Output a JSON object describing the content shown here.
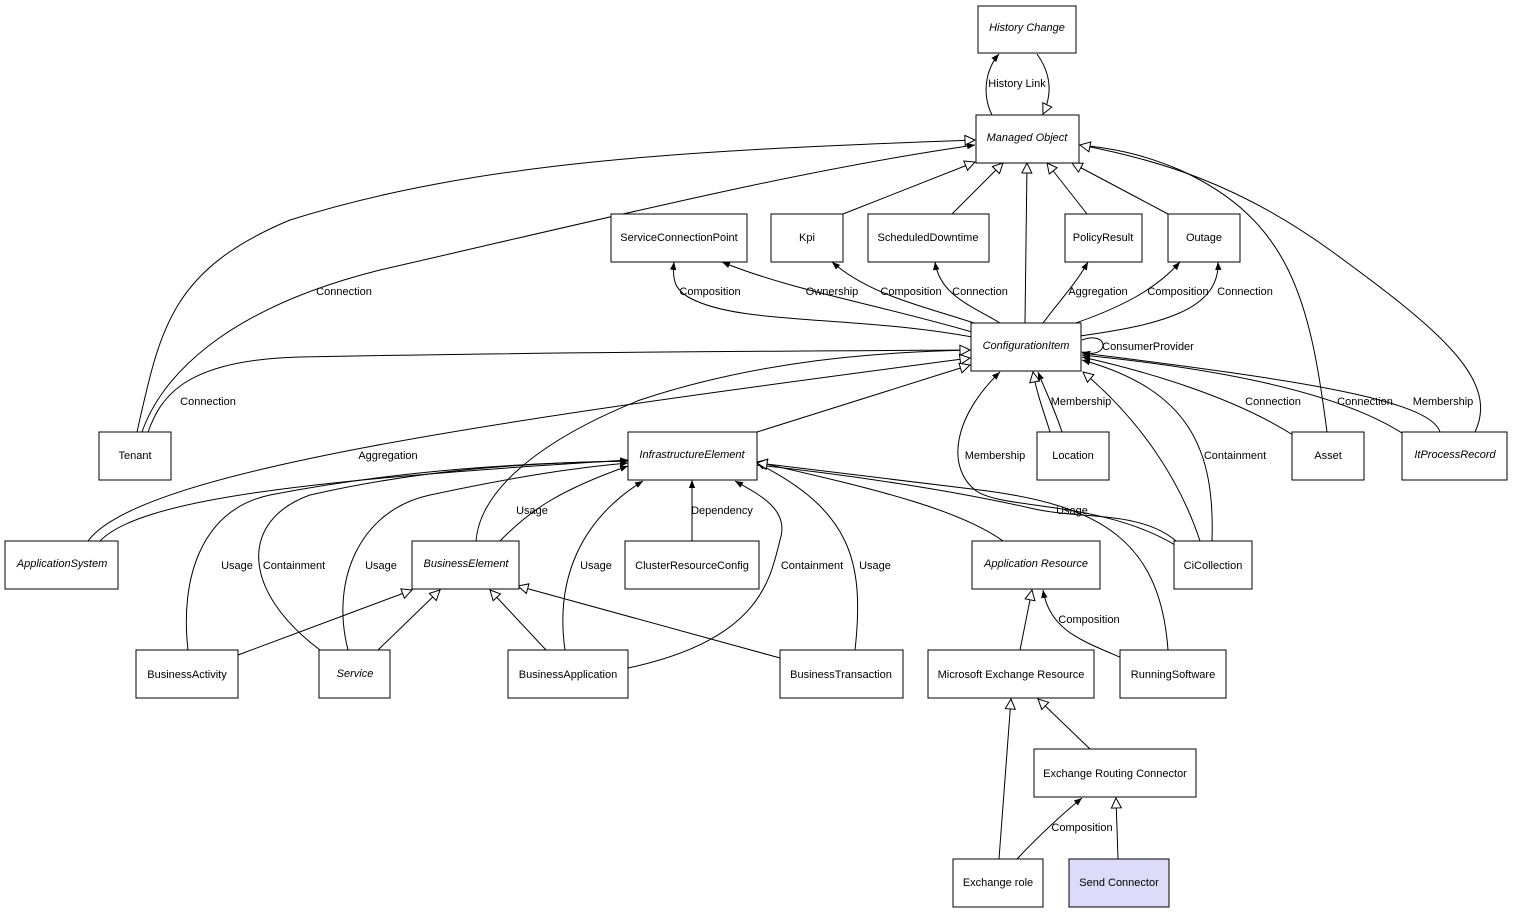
{
  "nodes": {
    "history_change": {
      "label": "History Change",
      "italic": true
    },
    "managed_object": {
      "label": "Managed Object",
      "italic": true
    },
    "service_connection_point": {
      "label": "ServiceConnectionPoint"
    },
    "kpi": {
      "label": "Kpi"
    },
    "scheduled_downtime": {
      "label": "ScheduledDowntime"
    },
    "policy_result": {
      "label": "PolicyResult"
    },
    "outage": {
      "label": "Outage"
    },
    "configuration_item": {
      "label": "ConfigurationItem",
      "italic": true
    },
    "tenant": {
      "label": "Tenant"
    },
    "infrastructure_element": {
      "label": "InfrastructureElement",
      "italic": true
    },
    "location": {
      "label": "Location"
    },
    "asset": {
      "label": "Asset"
    },
    "it_process_record": {
      "label": "ItProcessRecord",
      "italic": true
    },
    "application_system": {
      "label": "ApplicationSystem",
      "italic": true
    },
    "business_element": {
      "label": "BusinessElement",
      "italic": true
    },
    "cluster_resource_config": {
      "label": "ClusterResourceConfig"
    },
    "application_resource": {
      "label": "Application Resource",
      "italic": true
    },
    "ci_collection": {
      "label": "CiCollection"
    },
    "business_activity": {
      "label": "BusinessActivity"
    },
    "service": {
      "label": "Service",
      "italic": true
    },
    "business_application": {
      "label": "BusinessApplication"
    },
    "business_transaction": {
      "label": "BusinessTransaction"
    },
    "ms_exchange_resource": {
      "label": "Microsoft Exchange Resource"
    },
    "running_software": {
      "label": "RunningSoftware"
    },
    "exchange_routing_connector": {
      "label": "Exchange Routing Connector"
    },
    "exchange_role": {
      "label": "Exchange role"
    },
    "send_connector": {
      "label": "Send Connector",
      "highlight": true
    }
  },
  "edge_labels": {
    "history_link": "History Link",
    "tenant_connection_mo": "Connection",
    "tenant_connection_ci": "Connection",
    "scp_composition": "Composition",
    "kpi_ownership": "Ownership",
    "kpi_composition": "Composition",
    "sd_connection": "Connection",
    "pr_aggregation": "Aggregation",
    "outage_composition": "Composition",
    "outage_connection": "Connection",
    "consumer_provider": "ConsumerProvider",
    "location_membership": "Membership",
    "asset_connection": "Connection",
    "itpr_connection": "Connection",
    "itpr_membership": "Membership",
    "app_system_aggregation": "Aggregation",
    "cic_membership": "Membership",
    "cic_containment": "Containment",
    "cic_usage": "Usage",
    "be_usage": "Usage",
    "dependency": "Dependency",
    "ba_usage": "Usage",
    "svc_containment": "Containment",
    "svc_usage": "Usage",
    "bapp_usage": "Usage",
    "bapp_containment": "Containment",
    "bt_usage": "Usage",
    "rs_composition": "Composition",
    "er_composition": "Composition"
  }
}
